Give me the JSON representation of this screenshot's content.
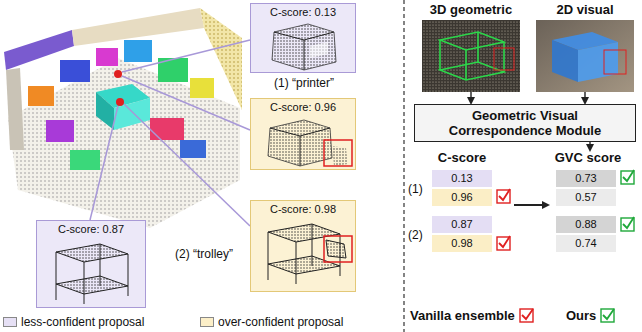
{
  "diagram": {
    "nodes": [
      {
        "text": [
          "C-score: 0.13"
        ]
      },
      {
        "text": [
          "C-score: 0.96"
        ]
      },
      {
        "text": [
          "C-score: 0.87"
        ]
      },
      {
        "text": [
          "C-score: 0.98"
        ]
      },
      {
        "text": [
          "3D geometric"
        ]
      },
      {
        "text": [
          "2D visual"
        ]
      },
      {
        "text": [
          "Geometric Visual Correspondence Module"
        ]
      },
      {
        "text": [
          "0.13"
        ]
      },
      {
        "text": [
          "0.96"
        ]
      },
      {
        "text": [
          "0.87"
        ]
      },
      {
        "text": [
          "0.98"
        ]
      },
      {
        "text": [
          "0.73"
        ]
      },
      {
        "text": [
          "0.57"
        ]
      },
      {
        "text": [
          "0.88"
        ]
      },
      {
        "text": [
          "0.74"
        ]
      }
    ],
    "edges": [
      {
        "from": 4,
        "to": 6,
        "arrow": "to"
      },
      {
        "from": 5,
        "to": 6,
        "arrow": "to"
      }
    ],
    "labels": [
      "(1) “printer”",
      "(2) “trolley”",
      "C-score",
      "GVC score",
      "(1)",
      "(2)",
      "Vanilla ensemble",
      "Ours"
    ],
    "legend": [
      {
        "text": "less-confident proposal",
        "color": "#e6e0f5"
      },
      {
        "text": "over-confident proposal",
        "color": "#fcefc8"
      }
    ]
  }
}
